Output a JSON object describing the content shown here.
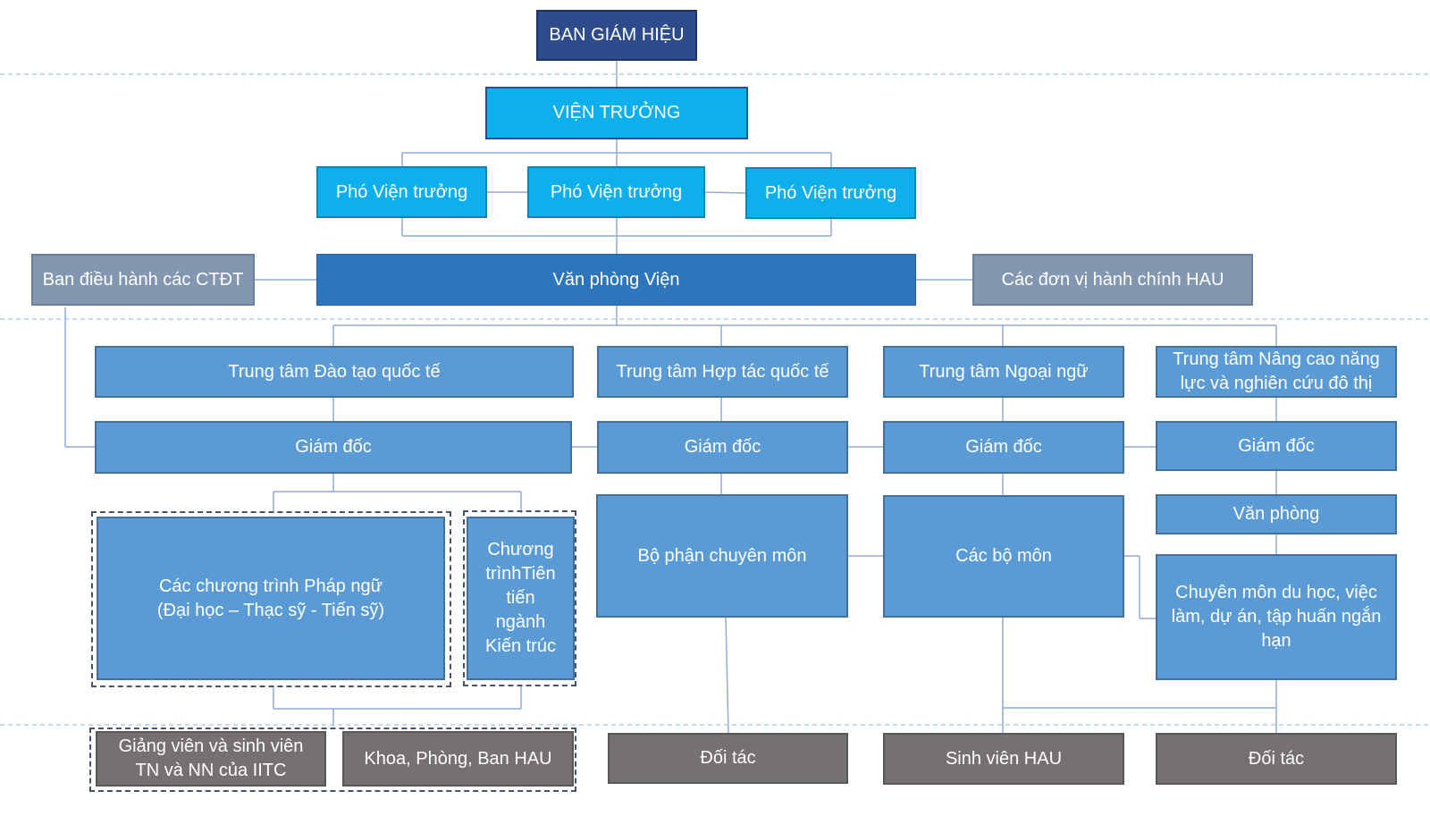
{
  "org_chart": {
    "top": "BAN GIÁM HIỆU",
    "director": "VIỆN TRƯỞNG",
    "deputies": [
      "Phó Viện trưởng",
      "Phó Viện trưởng",
      "Phó Viện trưởng"
    ],
    "office": "Văn phòng Viện",
    "left_unit": "Ban điều hành các CTĐT",
    "right_unit": "Các đơn vị hành chính HAU",
    "centers": [
      "Trung tâm Đào tạo quốc tế",
      "Trung tâm Hợp tác quốc tế",
      "Trung tâm Ngoại ngữ",
      "Trung tâm Nâng cao năng lực và nghiên cứu đô thị"
    ],
    "center_director": "Giám đốc",
    "programs": {
      "french": "Các chương trình Pháp ngữ (Đại học – Thạc sỹ - Tiến sỹ)",
      "advanced": "Chương trìnhTiên tiến ngành Kiến trúc"
    },
    "htqt_unit": "Bộ phận chuyên môn",
    "nn_unit": "Các bộ môn",
    "urban_office": "Văn phòng",
    "urban_unit": "Chuyên môn du học, việc làm, dự án, tập huấn ngắn hạn",
    "stakeholders": [
      "Giảng viên và sinh viên TN và NN của IITC",
      "Khoa, Phòng, Ban HAU",
      "Đối tác",
      "Sinh viên HAU",
      "Đối tác"
    ]
  },
  "colors": {
    "navy": "#2e4c8c",
    "cyan": "#0db0ec",
    "dark_blue": "#2e76bc",
    "blue": "#5b9bd5",
    "slate": "#8497b0",
    "gray": "#767171",
    "connector": "#8faadc"
  }
}
